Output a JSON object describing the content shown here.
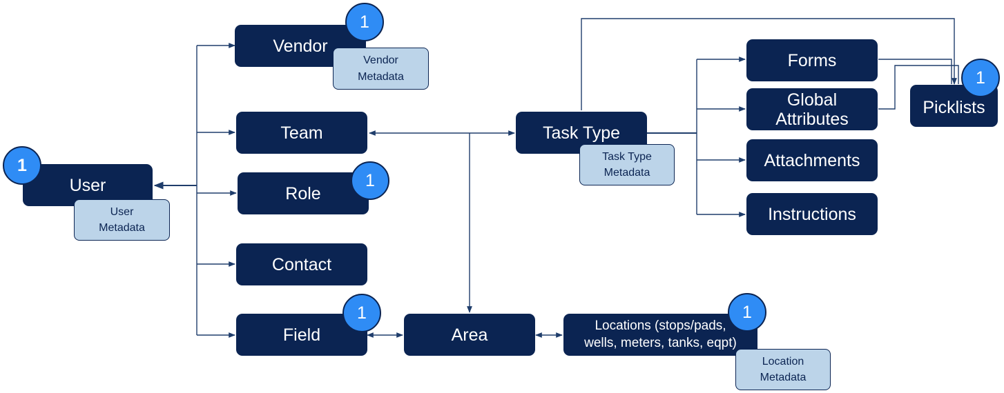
{
  "nodes": {
    "user": "User",
    "vendor": "Vendor",
    "team": "Team",
    "role": "Role",
    "contact": "Contact",
    "field": "Field",
    "area": "Area",
    "task_type": "Task Type",
    "forms": "Forms",
    "global_attributes_1": "Global",
    "global_attributes_2": "Attributes",
    "attachments": "Attachments",
    "instructions": "Instructions",
    "picklists": "Picklists",
    "locations_1": "Locations (stops/pads,",
    "locations_2": "wells, meters, tanks, eqpt)"
  },
  "metadata": {
    "user": [
      "User",
      "Metadata"
    ],
    "vendor": [
      "Vendor",
      "Metadata"
    ],
    "task_type": [
      "Task Type",
      "Metadata"
    ],
    "location": [
      "Location",
      "Metadata"
    ]
  },
  "badges": {
    "user": "1",
    "vendor": "1",
    "role": "1",
    "field": "1",
    "locations": "1",
    "picklists": "1"
  },
  "colors": {
    "node_fill": "#0b2452",
    "metadata_fill": "#bcd4e9",
    "badge_fill": "#2f8cf5",
    "connector": "#1f3d6b"
  }
}
